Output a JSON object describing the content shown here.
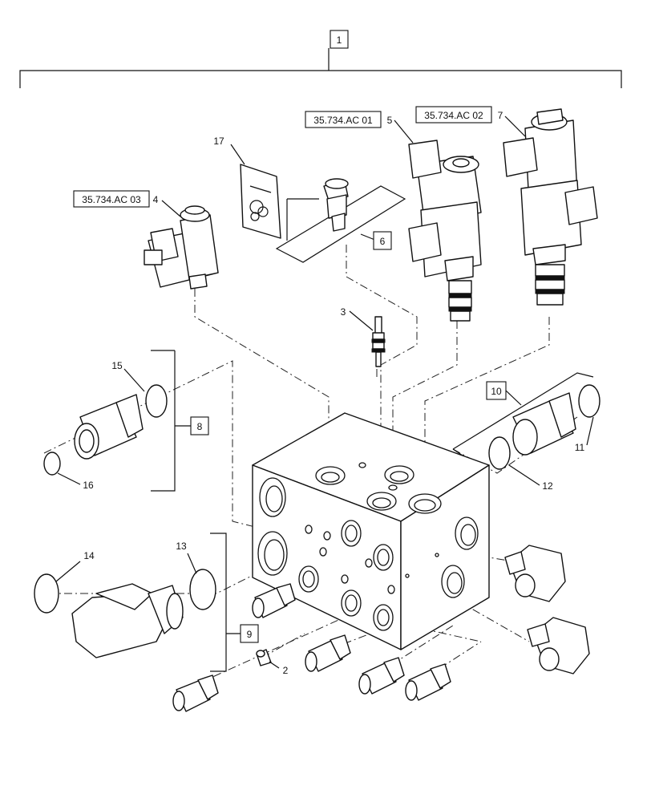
{
  "assembly": {
    "number": "1"
  },
  "references": [
    {
      "id": "ref-ac03",
      "text": "35.734.AC 03",
      "item": "4"
    },
    {
      "id": "ref-ac01",
      "text": "35.734.AC 01",
      "item": "5"
    },
    {
      "id": "ref-ac02",
      "text": "35.734.AC 02",
      "item": "7"
    }
  ],
  "callouts": {
    "c2": "2",
    "c3": "3",
    "c4": "4",
    "c5": "5",
    "c6": "6",
    "c7": "7",
    "c8": "8",
    "c9": "9",
    "c10": "10",
    "c11": "11",
    "c12": "12",
    "c13": "13",
    "c14": "14",
    "c15": "15",
    "c16": "16",
    "c17": "17"
  },
  "boxed_callouts": [
    "1",
    "6",
    "8",
    "9",
    "10"
  ]
}
